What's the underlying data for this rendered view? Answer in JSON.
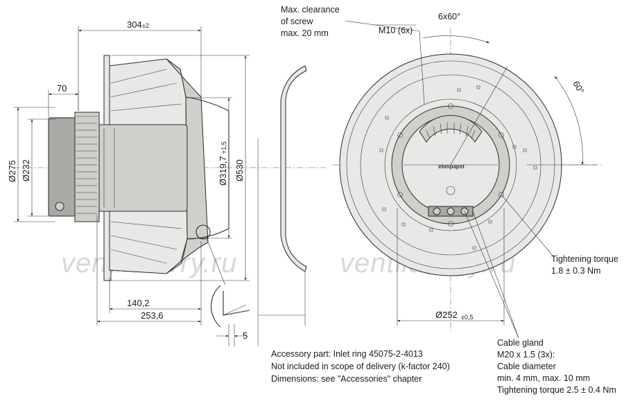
{
  "side_view": {
    "dim_overall_length": "304",
    "dim_overall_length_tol": "±2",
    "dim_terminal_box": "70",
    "dim_d275": "Ø275",
    "dim_d232": "Ø232",
    "dim_d319": "Ø319,7",
    "dim_d319_tol": "+1,5",
    "dim_d530": "Ø530",
    "dim_140": "140,2",
    "dim_253": "253,6",
    "dim_5": "5"
  },
  "inlet_ring": {
    "note_line1": "Accessory part: Inlet ring 45075-2-4013",
    "note_line2": "Not included in scope of delivery (k-factor 240)",
    "note_line3": "Dimensions: see \"Accessories\" chapter"
  },
  "front_view": {
    "clearance_line1": "Max. clearance",
    "clearance_line2": "of screw",
    "clearance_line3": "max. 20 mm",
    "screw_label": "M10 (6x)",
    "angle_pattern": "6x60°",
    "angle_60": "60°",
    "torque_line1": "Tightening torque",
    "torque_line2": "1.8 ± 0.3 Nm",
    "dim_d252": "Ø252",
    "dim_d252_tol": "±0,5",
    "brand": "ebmpapst",
    "gland_line1": "Cable gland",
    "gland_line2": "M20 x 1.5 (3x):",
    "gland_line3": "Cable diameter",
    "gland_line4": "min. 4 mm, max. 10 mm",
    "gland_line5": "Tightening torque 2.5 ± 0.4 Nm"
  },
  "watermark": {
    "left": "ventilatorry.ru",
    "right": "ventilatorry.ru"
  }
}
